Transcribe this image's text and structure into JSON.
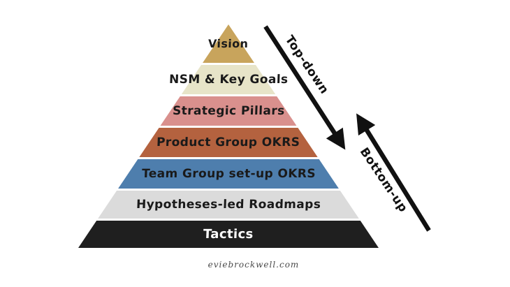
{
  "pyramid": {
    "layers": [
      {
        "label": "Vision",
        "color": "#c8a45c",
        "text_color": "#1a1a1a"
      },
      {
        "label": "NSM & Key Goals",
        "color": "#e7e4c8",
        "text_color": "#1a1a1a"
      },
      {
        "label": "Strategic Pillars",
        "color": "#d9908d",
        "text_color": "#1a1a1a"
      },
      {
        "label": "Product Group OKRS",
        "color": "#b4623f",
        "text_color": "#1a1a1a"
      },
      {
        "label": "Team Group set-up OKRS",
        "color": "#4e7ead",
        "text_color": "#1a1a1a"
      },
      {
        "label": "Hypotheses-led Roadmaps",
        "color": "#dbdbdb",
        "text_color": "#1a1a1a"
      },
      {
        "label": "Tactics",
        "color": "#1f1f1f",
        "text_color": "#ffffff"
      }
    ]
  },
  "arrows": {
    "top_down": {
      "label": "Top-down",
      "direction": "down-right"
    },
    "bottom_up": {
      "label": "Bottom-up",
      "direction": "up-left"
    }
  },
  "footer": {
    "watermark": "eviebrockwell.com"
  },
  "colors": {
    "arrow": "#111111",
    "background": "#ffffff"
  }
}
